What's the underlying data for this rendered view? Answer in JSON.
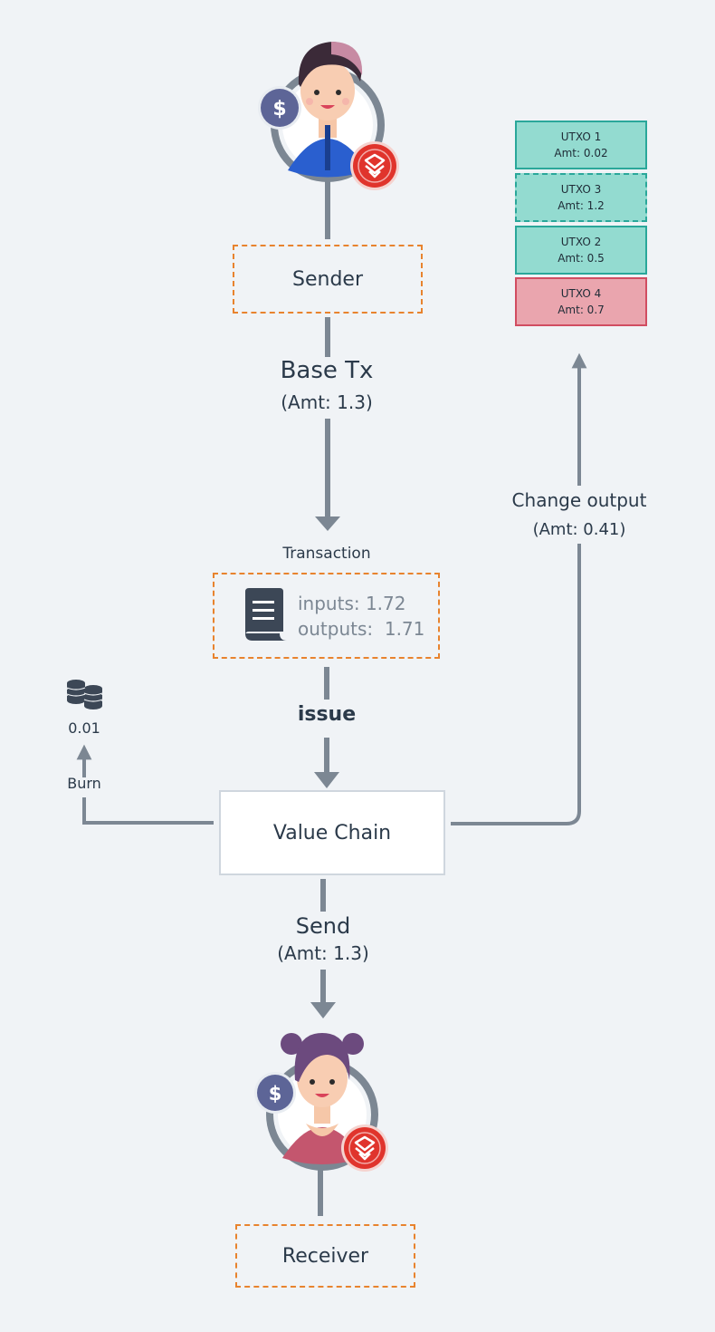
{
  "sender": {
    "label": "Sender"
  },
  "base_tx": {
    "label": "Base Tx",
    "amount": "(Amt: 1.3)"
  },
  "transaction": {
    "title": "Transaction",
    "inputs": "inputs: 1.72",
    "outputs": "outputs:  1.71"
  },
  "issue": {
    "label": "issue"
  },
  "burn": {
    "label": "Burn",
    "amount": "0.01"
  },
  "value_chain": {
    "label": "Value Chain"
  },
  "change_output": {
    "label": "Change output",
    "amount": "(Amt: 0.41)"
  },
  "send": {
    "label": "Send",
    "amount": "(Amt: 1.3)"
  },
  "receiver": {
    "label": "Receiver"
  },
  "utxos": [
    {
      "name": "UTXO 1",
      "amount": "Amt: 0.02",
      "status": "green"
    },
    {
      "name": "UTXO 3",
      "amount": "Amt: 1.2",
      "status": "green-dashed"
    },
    {
      "name": "UTXO 2",
      "amount": "Amt: 0.5",
      "status": "green"
    },
    {
      "name": "UTXO 4",
      "amount": "Amt: 0.7",
      "status": "red"
    }
  ],
  "icons": {
    "dollar": "dollar-coin-icon",
    "token": "token-coin-icon",
    "coins": "coin-stack-icon",
    "document": "document-icon"
  },
  "colors": {
    "connector": "#7c8793",
    "dashed_border": "#e8832e",
    "utxo_green": "#93dbd0",
    "utxo_red": "#eaa5ae",
    "coin_purple": "#5d6597",
    "coin_red": "#e0342c"
  }
}
